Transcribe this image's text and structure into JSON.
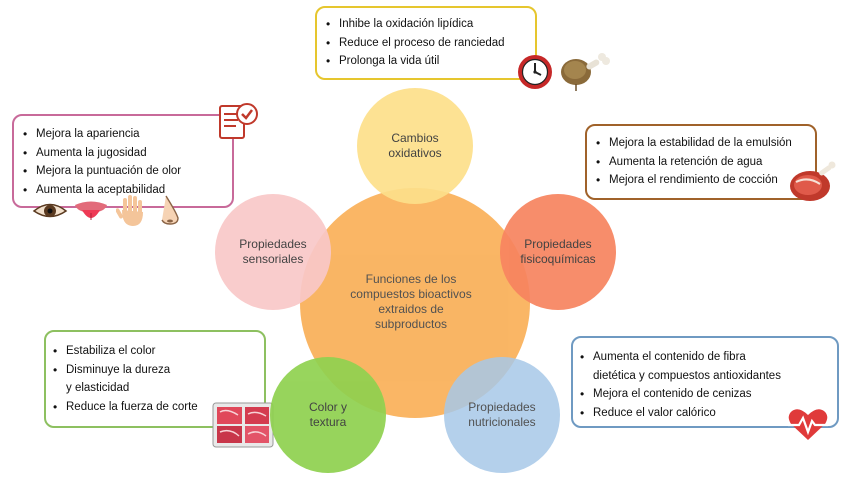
{
  "center": {
    "text": "Funciones de los compuestos bioactivos extraidos de subproductos",
    "lines": [
      "Funciones de los",
      "compuestos bioactivos",
      "extraidos de",
      "subproductos"
    ],
    "color": "#f9a94a"
  },
  "nodes": {
    "oxidative": {
      "lines": [
        "Cambios",
        "oxidativos"
      ],
      "color": "#fde08a"
    },
    "sensory": {
      "lines": [
        "Propiedades",
        "sensoriales"
      ],
      "color": "#f9c8c8"
    },
    "physico": {
      "lines": [
        "Propiedades",
        "fisicoquímicas"
      ],
      "color": "#f7845f"
    },
    "texture": {
      "lines": [
        "Color y",
        "textura"
      ],
      "color": "#8fd14f"
    },
    "nutrition": {
      "lines": [
        "Propiedades",
        "nutricionales"
      ],
      "color": "#a7c8e8"
    }
  },
  "boxes": {
    "oxidative": {
      "border": "#e6c62e",
      "items": [
        "Inhibe la oxidación lipídica",
        "Reduce el proceso de ranciedad",
        "Prolonga la vida útil"
      ]
    },
    "sensory": {
      "border": "#c86a9a",
      "items": [
        "Mejora la apariencia",
        "Aumenta la jugosidad",
        "Mejora la puntuación de olor",
        "Aumenta la aceptabilidad"
      ]
    },
    "physico": {
      "border": "#a0622a",
      "items": [
        "Mejora la estabilidad de la emulsión",
        "Aumenta la retención de agua",
        "Mejora el rendimiento de cocción"
      ]
    },
    "texture": {
      "border": "#8dc060",
      "items": [
        "Estabiliza el color",
        "Disminuye la dureza",
        "y elasticidad",
        "Reduce la fuerza de corte"
      ]
    },
    "nutrition": {
      "border": "#6f9ac2",
      "items": [
        "Aumenta el contenido de fibra",
        "dietética y compuestos antioxidantes",
        "Mejora el contenido de cenizas",
        "Reduce el valor calórico"
      ]
    }
  },
  "icons": [
    "clock-icon",
    "meat-leg-icon",
    "checklist-icon",
    "eye-icon",
    "tongue-icon",
    "hand-icon",
    "nose-icon",
    "meat-steak-icon",
    "meat-slices-icon",
    "heartbeat-icon"
  ]
}
